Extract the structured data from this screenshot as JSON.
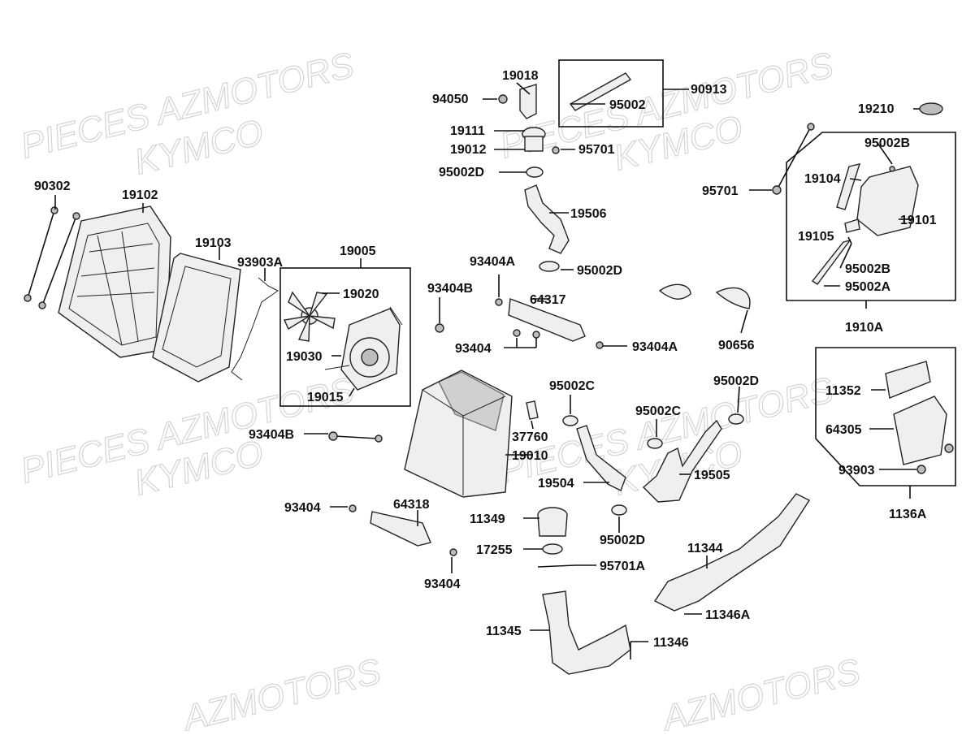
{
  "watermarks": [
    "PIECES AZMOTORS",
    "KYMCO",
    "PIECES AZMOTORS",
    "KYMCO",
    "PIECES AZMOTORS",
    "KYMCO",
    "PIECES AZMOTORS",
    "KYMCO",
    "AZMOTORS",
    "AZMOTORS"
  ],
  "labels": {
    "p19018": "19018",
    "p94050": "94050",
    "p95002_top": "95002",
    "p90913": "90913",
    "p19111": "19111",
    "p19012": "19012",
    "p95701_top": "95701",
    "p95002D_top": "95002D",
    "p19210": "19210",
    "p95002B_top": "95002B",
    "p19104": "19104",
    "p95701_right": "95701",
    "p19101": "19101",
    "p19105": "19105",
    "p95002B_bot": "95002B",
    "p95002A": "95002A",
    "p1910A": "1910A",
    "p90302": "90302",
    "p19102": "19102",
    "p19103": "19103",
    "p93903A": "93903A",
    "p19005": "19005",
    "p19020": "19020",
    "p19030": "19030",
    "p19015": "19015",
    "p19506": "19506",
    "p95002D_mid": "95002D",
    "p93404A_top": "93404A",
    "p93404B_top": "93404B",
    "p64317": "64317",
    "p93404_mid": "93404",
    "p93404A_mid": "93404A",
    "p90656": "90656",
    "p11352": "11352",
    "p64305": "64305",
    "p93903": "93903",
    "p1136A": "1136A",
    "p95002C_a": "95002C",
    "p95002D_r": "95002D",
    "p95002C_b": "95002C",
    "p37760": "37760",
    "p19010": "19010",
    "p93404B_left": "93404B",
    "p19504": "19504",
    "p19505": "19505",
    "p93404_left": "93404",
    "p64318": "64318",
    "p11349": "11349",
    "p95002D_bot": "95002D",
    "p17255": "17255",
    "p95701A": "95701A",
    "p93404_bot": "93404",
    "p11344": "11344",
    "p11346A": "11346A",
    "p11345": "11345",
    "p11346": "11346"
  }
}
